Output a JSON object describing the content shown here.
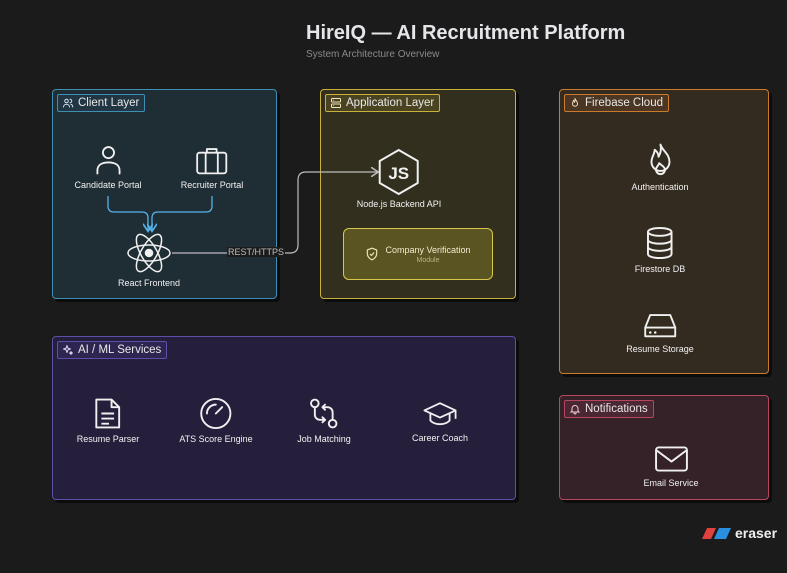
{
  "header": {
    "title": "HireIQ — AI Recruitment Platform",
    "subtitle": "System Architecture Overview"
  },
  "colors": {
    "client": "#3f8fb5",
    "application": "#c9b23a",
    "firebase": "#cc7a2c",
    "ai": "#5b4fa8",
    "notifications": "#b8465f",
    "edge": "#56b2ea"
  },
  "groups": {
    "client": {
      "label": "Client Layer",
      "icon": "users-icon"
    },
    "application": {
      "label": "Application Layer",
      "icon": "server-icon"
    },
    "firebase": {
      "label": "Firebase Cloud",
      "icon": "flame-icon"
    },
    "ai": {
      "label": "AI / ML Services",
      "icon": "sparkles-icon"
    },
    "notifications": {
      "label": "Notifications",
      "icon": "bell-icon"
    }
  },
  "nodes": {
    "candidate_portal": {
      "label": "Candidate Portal",
      "icon": "user-icon"
    },
    "recruiter_portal": {
      "label": "Recruiter Portal",
      "icon": "briefcase-icon"
    },
    "react_frontend": {
      "label": "React Frontend",
      "icon": "react-icon"
    },
    "nodejs_api": {
      "label": "Node.js Backend API",
      "icon": "nodejs-icon"
    },
    "company_verification": {
      "label": "Company Verification",
      "sub": "Module",
      "icon": "shield-check-icon"
    },
    "authentication": {
      "label": "Authentication",
      "icon": "flame-icon"
    },
    "firestore_db": {
      "label": "Firestore DB",
      "icon": "database-icon"
    },
    "resume_storage": {
      "label": "Resume Storage",
      "icon": "hard-drive-icon"
    },
    "resume_parser": {
      "label": "Resume Parser",
      "icon": "file-text-icon"
    },
    "ats_score_engine": {
      "label": "ATS Score Engine",
      "icon": "gauge-icon"
    },
    "job_matching": {
      "label": "Job Matching",
      "icon": "git-compare-icon"
    },
    "career_coach": {
      "label": "Career Coach",
      "icon": "graduation-cap-icon"
    },
    "email_service": {
      "label": "Email Service",
      "icon": "mail-icon"
    }
  },
  "edges": {
    "frontend_to_api": {
      "label": "REST/HTTPS"
    }
  },
  "brand": {
    "name": "eraser"
  }
}
